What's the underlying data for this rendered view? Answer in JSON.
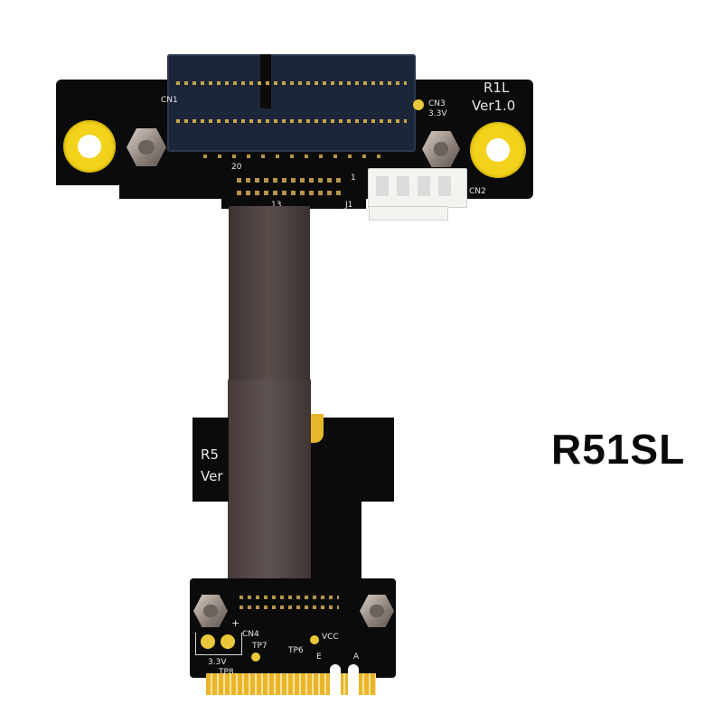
{
  "product_label": "R51SL",
  "top_board": {
    "name": "R1L",
    "version": "Ver1.0",
    "cn1": "CN1",
    "cn2": "CN2",
    "cn3": "CN3",
    "cn3_voltage": "3.3V",
    "pin_20": "20",
    "pin_13": "13",
    "pin_1": "1",
    "j1": "J1"
  },
  "middle_board": {
    "name_partial": "R5",
    "version_partial": "Ver"
  },
  "bottom_board": {
    "cn4": "CN4",
    "voltage": "3.3V",
    "tp7": "TP7",
    "tp8": "TP8",
    "tp6": "TP6",
    "vcc": "VCC",
    "e_label": "E",
    "a_label": "A",
    "plus": "+"
  },
  "colors": {
    "pcb": "#0b0b0b",
    "gold": "#f2d21a",
    "cable": "#4a403d",
    "connector": "#1f2a3e"
  }
}
